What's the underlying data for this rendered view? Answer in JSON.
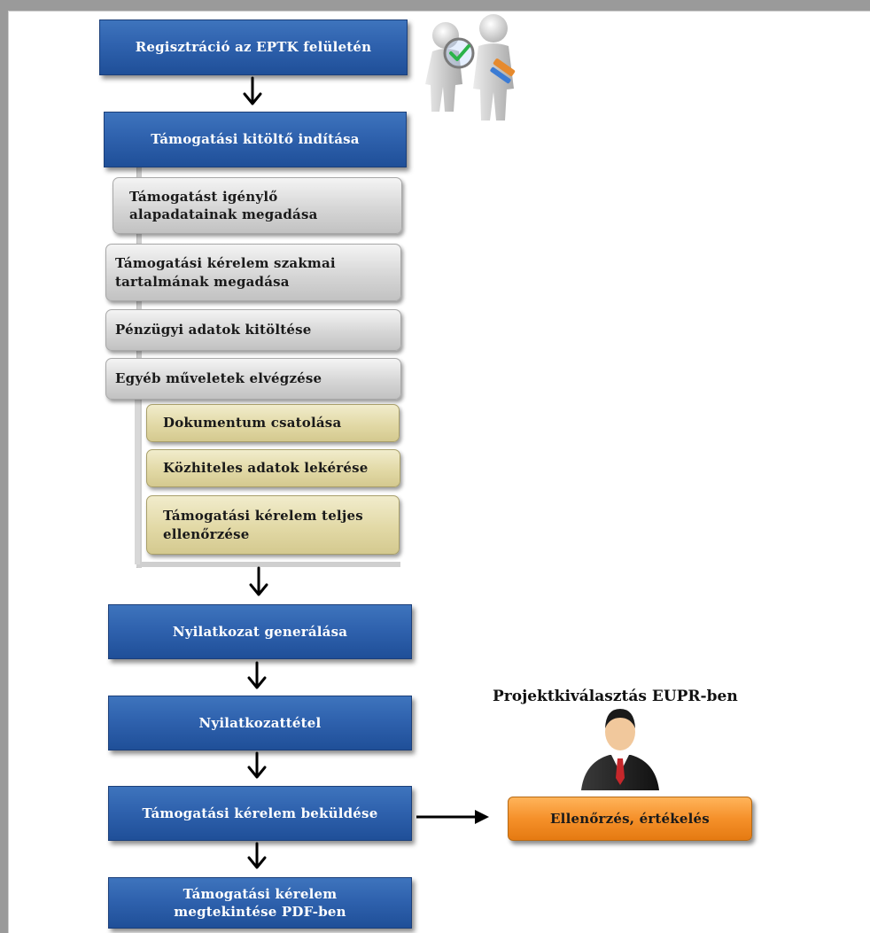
{
  "steps": {
    "registration": "Regisztráció az EPTK felületén",
    "start_form": "Támogatási kitöltő indítása",
    "basic_data_line1": "Támogatást igénylő",
    "basic_data_line2": "alapadatainak megadása",
    "professional_line1": "Támogatási kérelem szakmai",
    "professional_line2": "tartalmának megadása",
    "financial": "Pénzügyi adatok kitöltése",
    "other_ops": "Egyéb műveletek elvégzése",
    "attach_doc": "Dokumentum csatolása",
    "public_data": "Közhiteles adatok lekérése",
    "full_check_line1": "Támogatási kérelem teljes",
    "full_check_line2": "ellenőrzése",
    "declaration_generate": "Nyilatkozat generálása",
    "declaration": "Nyilatkozattétel",
    "submit": "Támogatási kérelem beküldése",
    "view_pdf_line1": "Támogatási kérelem",
    "view_pdf_line2": "megtekintése PDF-ben"
  },
  "evaluation": {
    "heading": "Projektkiválasztás EUPR-ben",
    "box": "Ellenőrzés, értékelés"
  },
  "icons": [
    "two-people-check-icon",
    "businessman-icon",
    "arrow-down-icon",
    "arrow-right-icon"
  ],
  "colors": {
    "primary_blue": "#2f62ae",
    "sub_gray": "#d6d6d6",
    "sub_tan": "#e2d9a6",
    "evaluation_orange": "#f5902a"
  }
}
